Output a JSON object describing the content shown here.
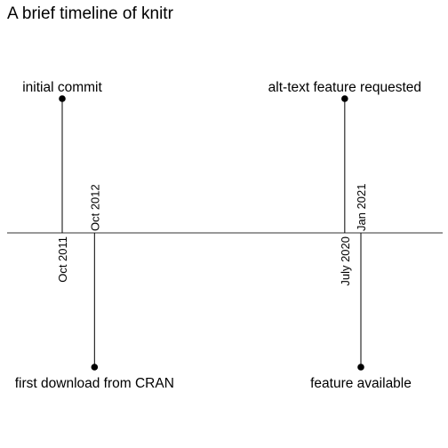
{
  "chart_data": {
    "type": "timeline",
    "title": "A brief timeline of knitr",
    "events": [
      {
        "date": "2011-10",
        "date_label": "Oct 2011",
        "event": "initial commit",
        "side": "above"
      },
      {
        "date": "2012-10",
        "date_label": "Oct 2012",
        "event": "first download from CRAN",
        "side": "below"
      },
      {
        "date": "2020-07",
        "date_label": "July 2020",
        "event": "alt-text feature requested",
        "side": "above"
      },
      {
        "date": "2021-01",
        "date_label": "Jan 2021",
        "event": "feature available",
        "side": "below"
      }
    ],
    "grid": false,
    "legend": "none"
  }
}
